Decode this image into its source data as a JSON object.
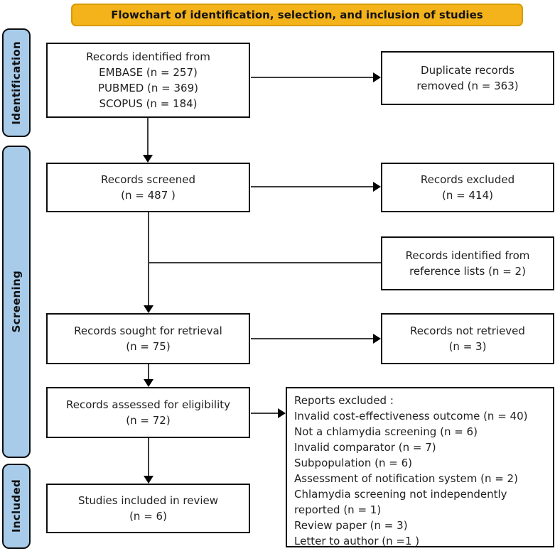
{
  "title": "Flowchart of identification, selection, and inclusion of studies",
  "sidebar": {
    "identification": "Identification",
    "screening": "Screening",
    "included": "Included"
  },
  "boxes": {
    "records_identified": {
      "lines": [
        "Records identified from",
        "EMBASE (n = 257)",
        "PUBMED (n = 369)",
        "SCOPUS (n = 184)"
      ]
    },
    "duplicates_removed": {
      "lines": [
        "Duplicate records",
        "removed  (n = 363)"
      ]
    },
    "records_screened": {
      "lines": [
        "Records screened",
        "(n = 487 )"
      ]
    },
    "records_excluded": {
      "lines": [
        "Records excluded",
        "(n = 414)"
      ]
    },
    "reference_lists": {
      "lines": [
        "Records identified from",
        "reference lists (n = 2)"
      ]
    },
    "records_sought": {
      "lines": [
        "Records sought for retrieval",
        "(n = 75)"
      ]
    },
    "records_not_retrieved": {
      "lines": [
        "Records not retrieved",
        "(n = 3)"
      ]
    },
    "records_assessed": {
      "lines": [
        "Records assessed for eligibility",
        "(n = 72)"
      ]
    },
    "reports_excluded": {
      "lines": [
        "Reports excluded :",
        "Invalid cost-effectiveness outcome (n = 40)",
        "Not a chlamydia screening (n = 6)",
        "Invalid comparator (n = 7)",
        "Subpopulation (n = 6)",
        "Assessment of notification system (n = 2)",
        "Chlamydia screening not independently reported (n = 1)",
        "Review paper (n = 3)",
        "Letter to author (n =1 )"
      ]
    },
    "studies_included": {
      "lines": [
        "Studies included in review",
        "(n = 6)"
      ]
    }
  },
  "colors": {
    "banner_fill": "#F5B31B",
    "banner_border": "#D79B00",
    "sidebar_fill": "#A8CBEA",
    "line": "#3C3C3C",
    "arrowhead": "#000000"
  }
}
